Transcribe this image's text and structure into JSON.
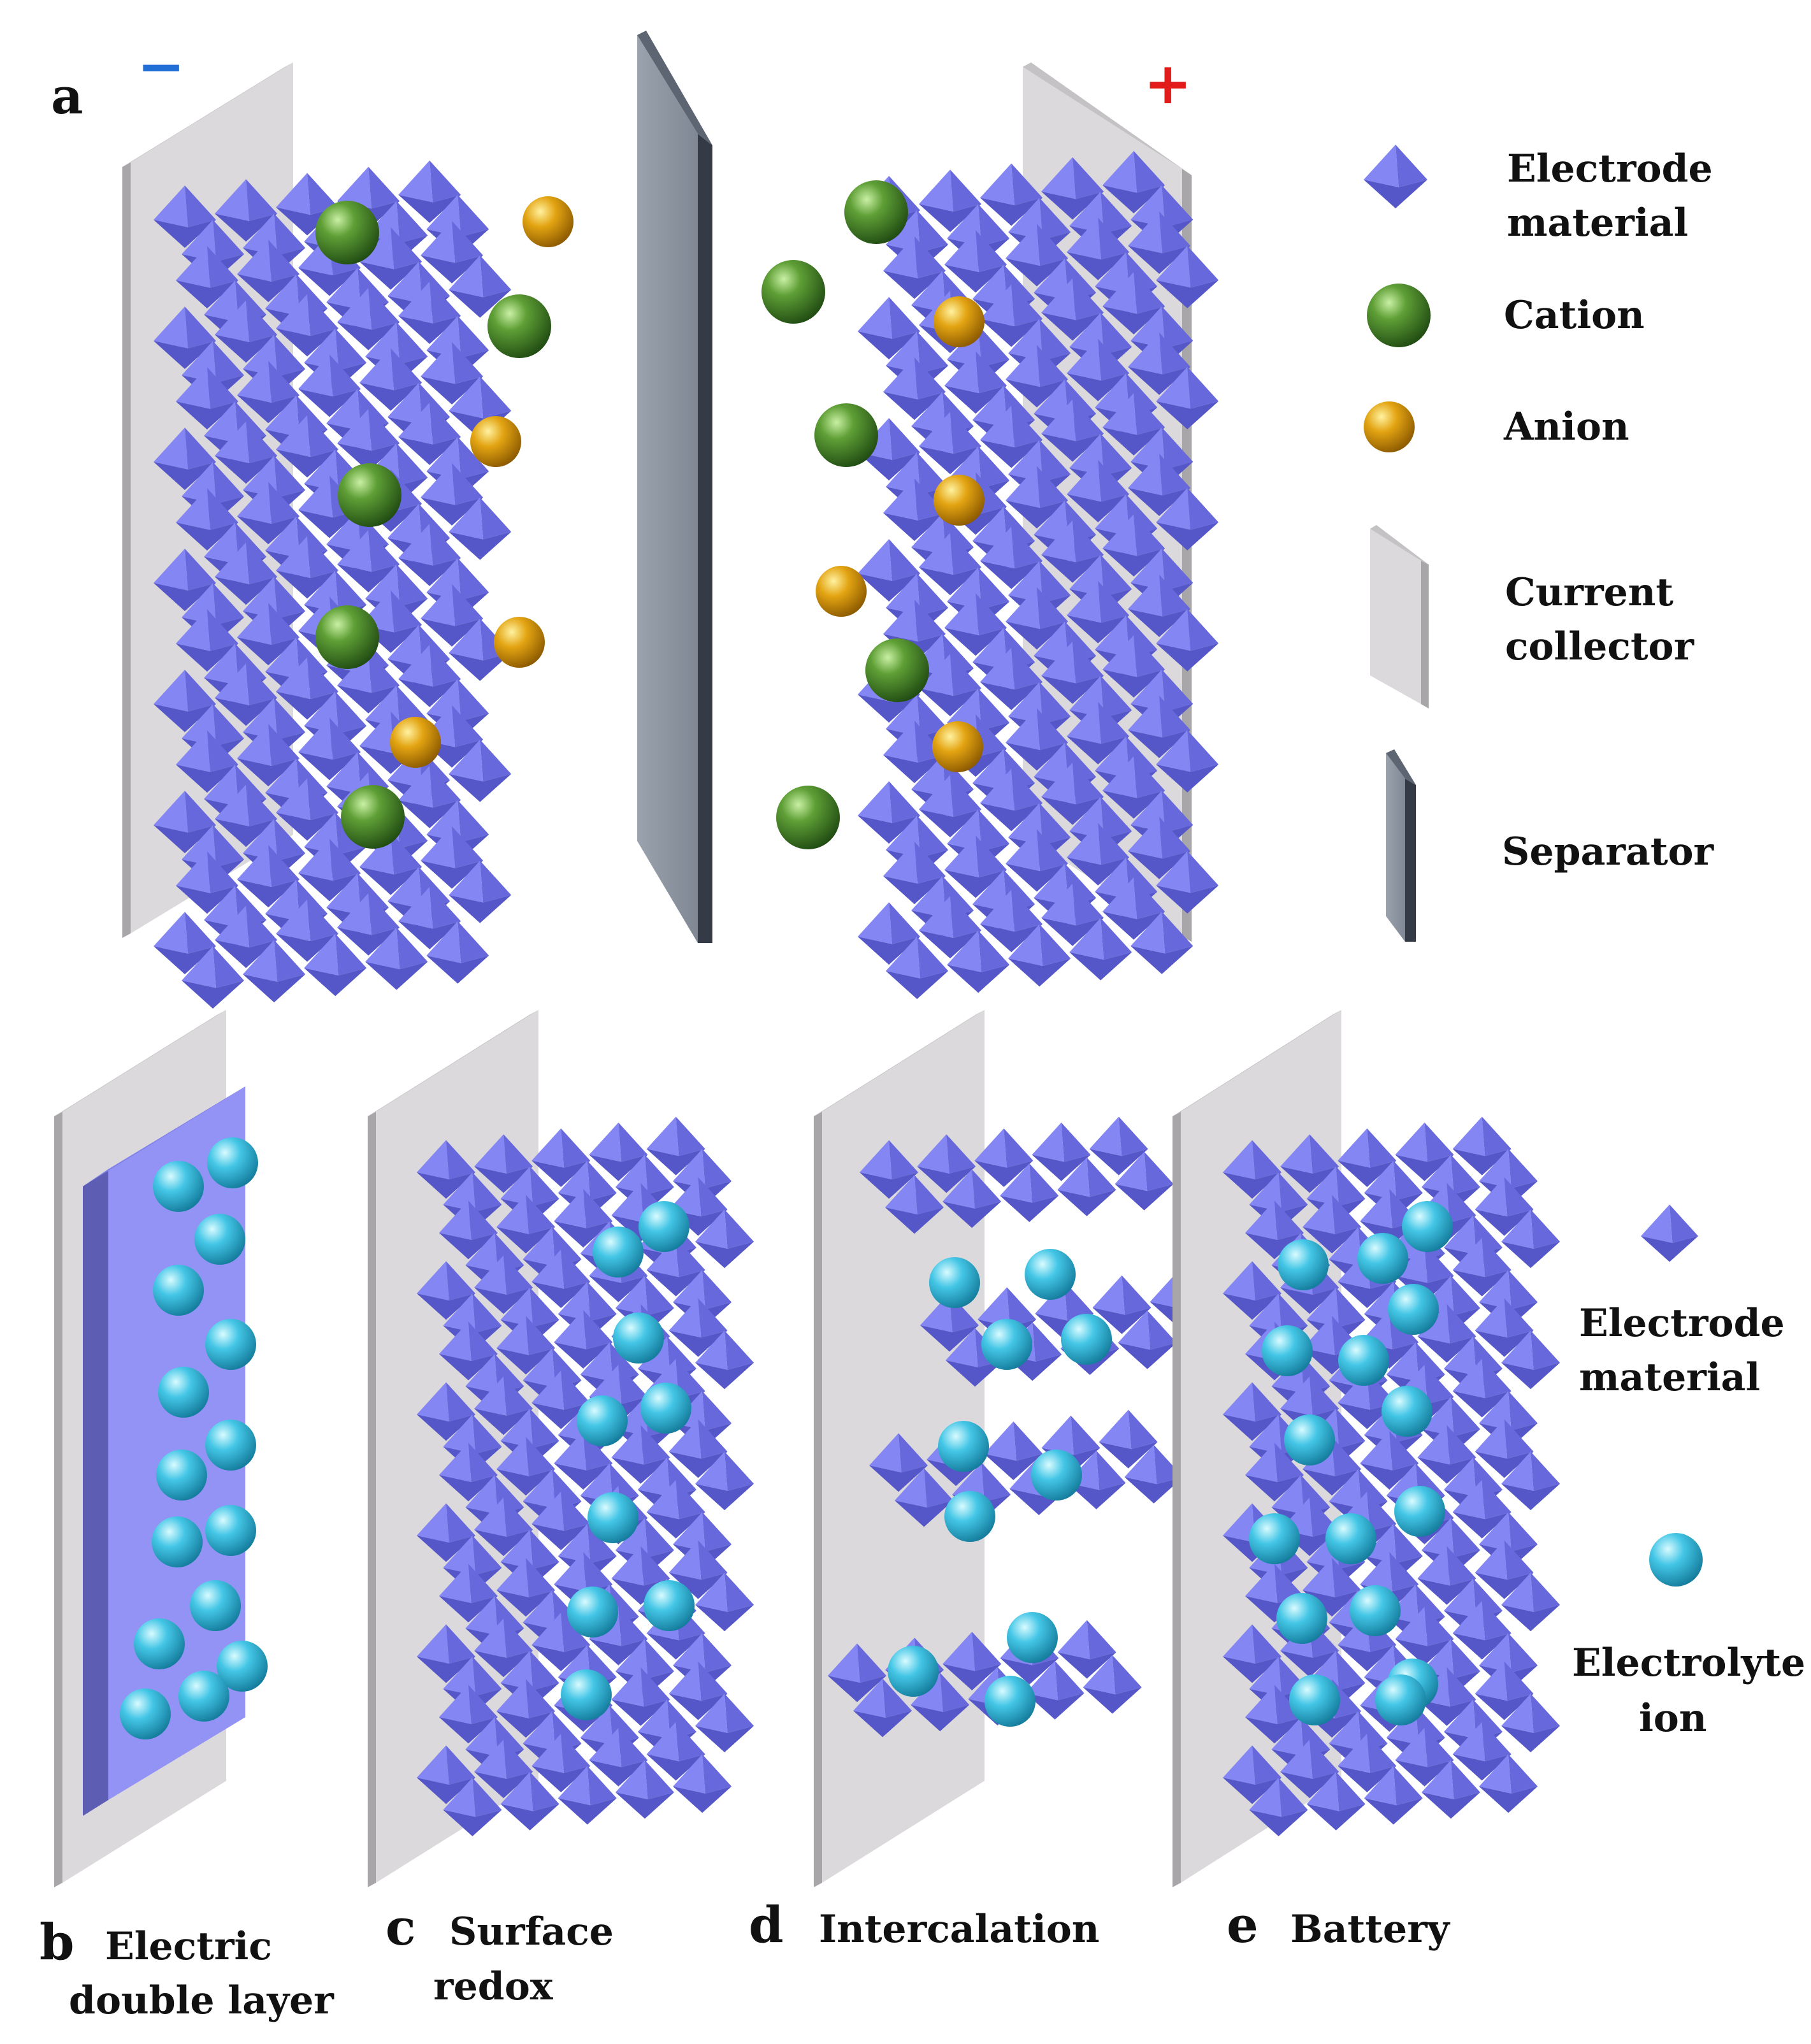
{
  "panel_a": {
    "letter": "a",
    "negative_sign": "−",
    "positive_sign": "+"
  },
  "legend_top": {
    "electrode_material": [
      "Electrode",
      "material"
    ],
    "cation": "Cation",
    "anion": "Anion",
    "current_collector": [
      "Current",
      "collector"
    ],
    "separator": "Separator"
  },
  "legend_bottom": {
    "electrode_material": [
      "Electrode",
      "material"
    ],
    "electrolyte_ion": [
      "Electrolyte",
      "ion"
    ]
  },
  "captions": {
    "b": {
      "letter": "b",
      "lines": [
        "Electric",
        "double layer"
      ]
    },
    "c": {
      "letter": "c",
      "lines": [
        "Surface",
        "redox"
      ]
    },
    "d": {
      "letter": "d",
      "lines": [
        "Intercalation"
      ]
    },
    "e": {
      "letter": "e",
      "lines": [
        "Battery"
      ]
    }
  },
  "colors": {
    "electrode": "#7b7df0",
    "electrode_dark": "#4c4dbf",
    "cation": "#4f8f2e",
    "anion": "#e0a00c",
    "electrolyte_ion": "#3fc7e6",
    "collector": "#dcd9dc",
    "collector_edge": "#a8a6a8",
    "separator": "#8c95a3",
    "separator_edge": "#3a4250"
  }
}
